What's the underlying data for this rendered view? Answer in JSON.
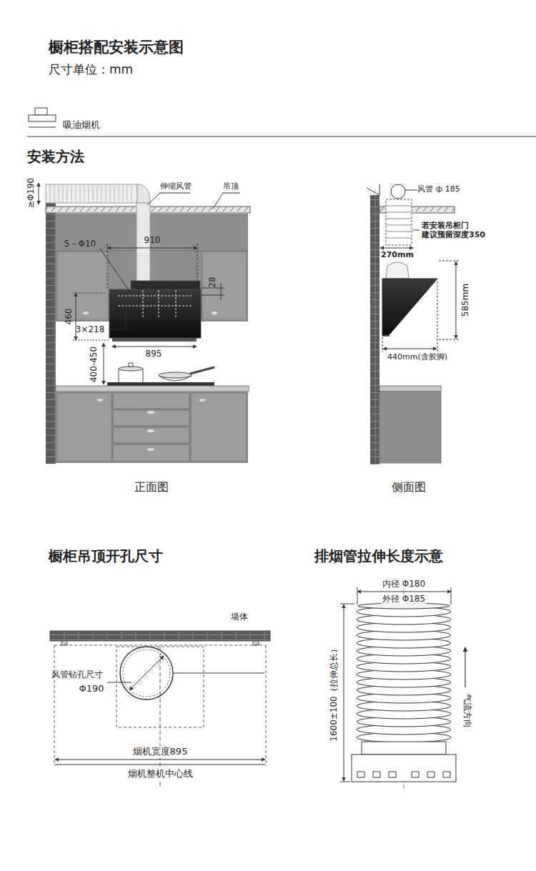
{
  "diagram": {
    "title": "橱柜搭配安装示意图",
    "labels": [
      "尺寸单位：mm",
      "吸油烟机",
      "安装方法",
      "≥Φ190",
      "伸缩风管",
      "吊顶",
      "910",
      "5－Φ10",
      "28",
      "460",
      "3×218",
      "895",
      "400-450",
      "正面图",
      "风管 ф 185",
      "若安装吊柜门 建议预留深度350",
      "270mm",
      "585mm",
      "440mm(含胶脚)",
      "侧面图",
      "橱柜吊顶开孔尺寸",
      "墙体",
      "风管钻孔尺寸",
      "Φ190",
      "烟机宽度895",
      "烟机整机中心线",
      "排烟管拉伸长度示意",
      "内径 Φ180",
      "外径 Φ185",
      "1600±100（拉伸总长）",
      "气流方向"
    ]
  }
}
